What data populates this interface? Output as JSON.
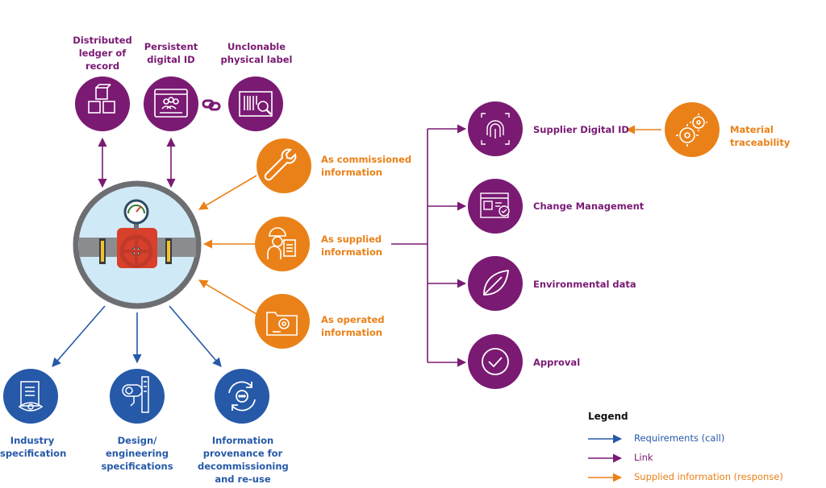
{
  "colors": {
    "purple": "#7a1a73",
    "orange": "#ea8118",
    "blue": "#2659a8",
    "ring": "#6d6e71",
    "center_fill": "#cfe9f7"
  },
  "top_nodes": [
    {
      "label": "Distributed\nledger of\nrecord",
      "icon": "cubes-icon"
    },
    {
      "label": "Persistent\ndigital ID",
      "icon": "digital-id-icon"
    },
    {
      "label": "Unclonable\nphysical label",
      "icon": "barcode-scan-icon"
    }
  ],
  "link_icon": "chain-link-icon",
  "center": {
    "icon": "valve-with-gauge-icon"
  },
  "supplied_nodes": [
    {
      "label": "As commissioned\ninformation",
      "icon": "wrench-icon"
    },
    {
      "label": "As supplied\ninformation",
      "icon": "worker-clipboard-icon"
    },
    {
      "label": "As operated\ninformation",
      "icon": "folder-gear-icon"
    }
  ],
  "right_nodes": [
    {
      "label": "Supplier Digital ID",
      "icon": "fingerprint-scan-icon"
    },
    {
      "label": "Change Management",
      "icon": "browser-check-icon"
    },
    {
      "label": "Environmental data",
      "icon": "leaf-icon"
    },
    {
      "label": "Approval",
      "icon": "check-circle-icon"
    }
  ],
  "material": {
    "label": "Material traceability",
    "icon": "gears-icon"
  },
  "bottom_nodes": [
    {
      "label": "Industry\nspecification",
      "icon": "document-eye-icon"
    },
    {
      "label": "Design/\nengineering\nspecifications",
      "icon": "caliper-icon"
    },
    {
      "label": "Information\nprovenance for\ndecommissioning\nand re-use",
      "icon": "recycle-cycle-icon"
    }
  ],
  "legend": {
    "title": "Legend",
    "items": [
      {
        "label": "Requirements (call)",
        "color": "#2659a8"
      },
      {
        "label": "Link",
        "color": "#7a1a73"
      },
      {
        "label": "Supplied information (response)",
        "color": "#ea8118"
      }
    ]
  }
}
